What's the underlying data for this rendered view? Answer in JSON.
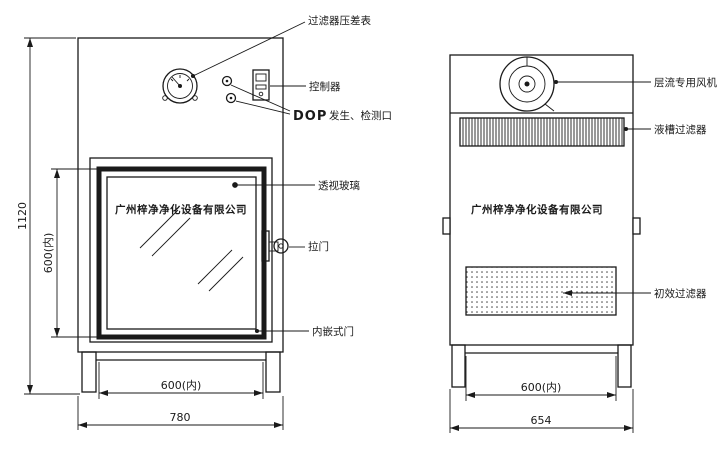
{
  "company": "广州梓净净化设备有限公司",
  "labels": {
    "pressure_gauge": "过滤器压差表",
    "controller": "控制器",
    "dop_prefix": "DOP",
    "dop_suffix": "发生、检测口",
    "glass": "透视玻璃",
    "pull_door": "拉门",
    "embedded_door": "内嵌式门",
    "fan": "层流专用风机",
    "liquid_tank_filter": "液槽过滤器",
    "primary_filter": "初效过滤器"
  },
  "dimensions": {
    "front_total_height": "1120",
    "front_inner_height": "600(内)",
    "front_inner_width": "600(内)",
    "front_total_width": "780",
    "side_inner_width": "600(内)",
    "side_total_width": "654"
  }
}
